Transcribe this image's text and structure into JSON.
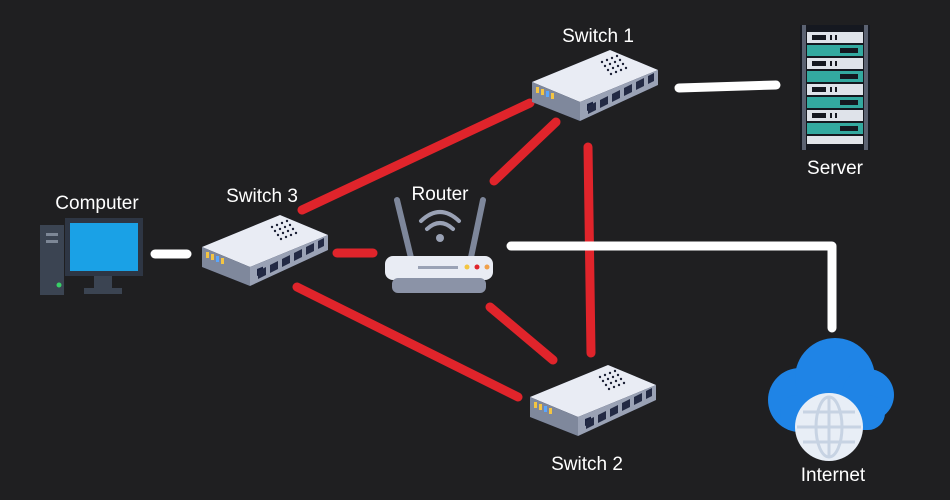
{
  "diagram": {
    "background": "#1f1f21",
    "nodes": {
      "switch1": {
        "label": "Switch 1",
        "icon": "network-switch-icon"
      },
      "switch2": {
        "label": "Switch 2",
        "icon": "network-switch-icon"
      },
      "switch3": {
        "label": "Switch 3",
        "icon": "network-switch-icon"
      },
      "router": {
        "label": "Router",
        "icon": "wireless-router-icon"
      },
      "computer": {
        "label": "Computer",
        "icon": "desktop-computer-icon"
      },
      "server": {
        "label": "Server",
        "icon": "server-rack-icon"
      },
      "internet": {
        "label": "Internet",
        "icon": "cloud-globe-icon"
      }
    },
    "links": [
      {
        "from": "switch3",
        "to": "switch1",
        "color": "#e0242b"
      },
      {
        "from": "switch3",
        "to": "router",
        "color": "#e0242b"
      },
      {
        "from": "switch3",
        "to": "switch2",
        "color": "#e0242b"
      },
      {
        "from": "router",
        "to": "switch1",
        "color": "#e0242b"
      },
      {
        "from": "router",
        "to": "switch2",
        "color": "#e0242b"
      },
      {
        "from": "switch1",
        "to": "switch2",
        "color": "#e0242b"
      },
      {
        "from": "computer",
        "to": "switch3",
        "color": "#ffffff"
      },
      {
        "from": "switch1",
        "to": "server",
        "color": "#ffffff"
      },
      {
        "from": "router",
        "to": "internet",
        "color": "#ffffff"
      }
    ]
  }
}
